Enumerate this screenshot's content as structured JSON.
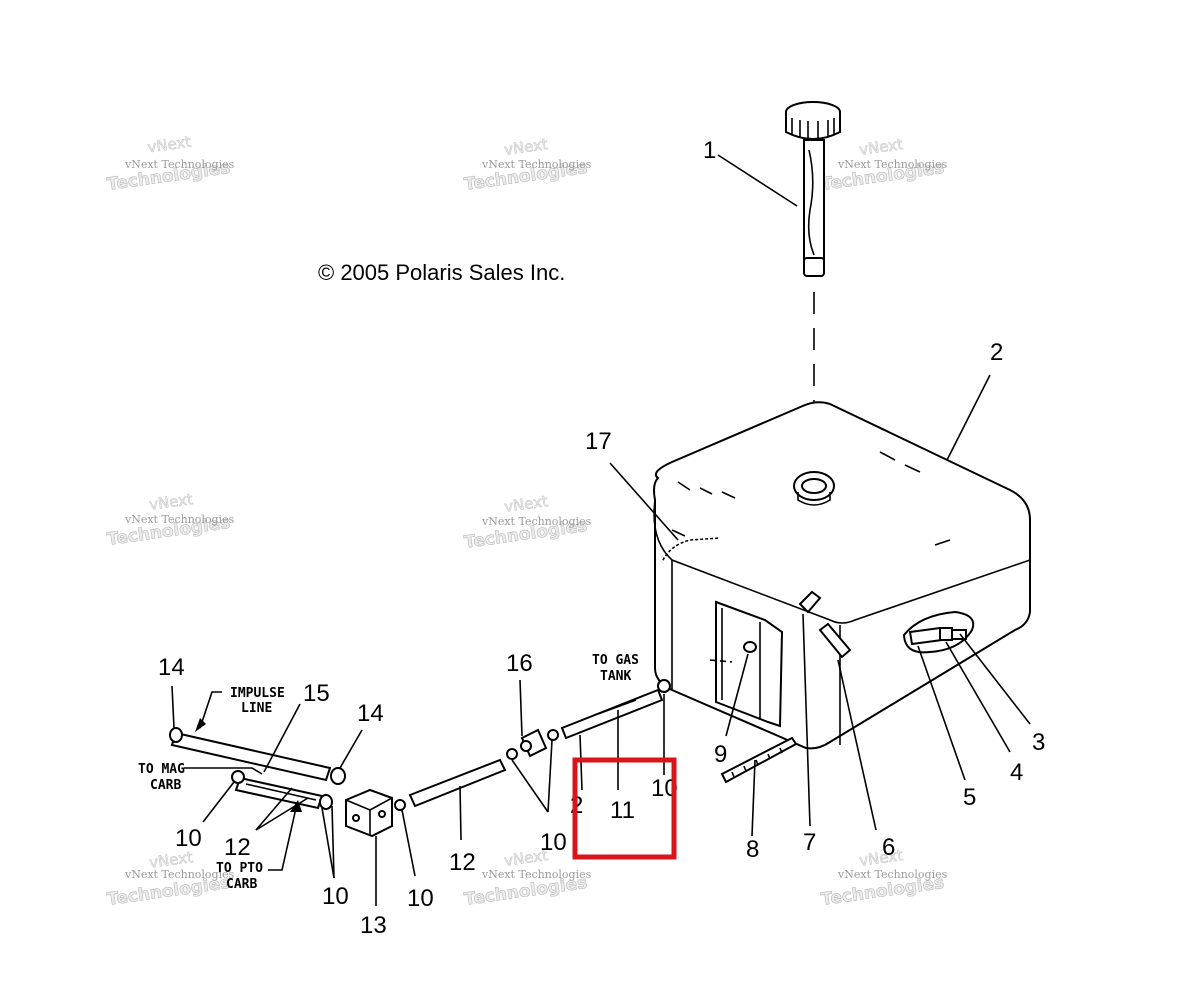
{
  "copyright": "© 2005 Polaris Sales Inc.",
  "watermark": {
    "line1": "vNext Technologies",
    "line2": "Technologies",
    "line3": "vNext"
  },
  "notes": {
    "impulse_line_1": "IMPULSE",
    "impulse_line_2": "LINE",
    "to_mag_carb_1": "TO MAG",
    "to_mag_carb_2": "CARB",
    "to_pto_carb_1": "TO PTO",
    "to_pto_carb_2": "CARB",
    "to_gas_tank_1": "TO GAS",
    "to_gas_tank_2": "TANK"
  },
  "callouts": {
    "c1": "1",
    "c2": "2",
    "c3": "3",
    "c4": "4",
    "c5": "5",
    "c6": "6",
    "c7": "7",
    "c8": "8",
    "c9": "9",
    "c10a": "10",
    "c10b": "10",
    "c10c": "10",
    "c10d": "10",
    "c10e": "10",
    "c11": "11",
    "c12a": "12",
    "c12b": "12",
    "c12c": "2",
    "c13": "13",
    "c14a": "14",
    "c14b": "14",
    "c15": "15",
    "c16": "16",
    "c17": "17"
  },
  "highlight_color": "#d9141b"
}
